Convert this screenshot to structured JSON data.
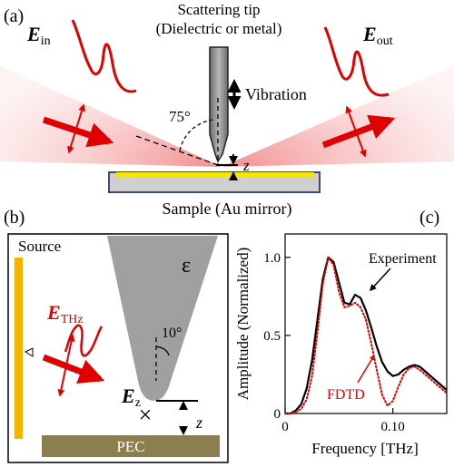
{
  "panel_a": {
    "label": "(a)",
    "tip_title_line1": "Scattering tip",
    "tip_title_line2": "(Dielectric or metal)",
    "ein_main": "E",
    "ein_sub": "in",
    "eout_main": "E",
    "eout_sub": "out",
    "vibration": "Vibration",
    "angle": "75°",
    "z": "z",
    "sample": "Sample (Au mirror)"
  },
  "panel_b": {
    "label": "(b)",
    "source": "Source",
    "ethz_main": "E",
    "ethz_sub": "THz",
    "epsilon": "ε",
    "angle": "10°",
    "ez_main": "E",
    "ez_sub": "z",
    "z": "z",
    "pec": "PEC"
  },
  "panel_c": {
    "label": "(c)",
    "ylabel": "Amplitude (Normalized)",
    "xlabel": "Frequency [THz]",
    "annotation_experiment": "Experiment",
    "annotation_fdtd": "FDTD",
    "colors": {
      "experiment": "#000000",
      "fdtd": "#e00000"
    }
  },
  "chart_data": {
    "type": "line",
    "title": "",
    "xlabel": "Frequency [THz]",
    "ylabel": "Amplitude (Normalized)",
    "xlim": [
      0,
      0.15
    ],
    "ylim": [
      0,
      1.15
    ],
    "xticks": [
      0,
      0.1
    ],
    "xtick_labels": [
      "0",
      "0.10"
    ],
    "yticks": [
      0,
      0.5,
      1.0
    ],
    "ytick_labels": [
      "0",
      "0.5",
      "1.0"
    ],
    "series": [
      {
        "name": "Experiment",
        "style": "solid",
        "x": [
          0.0,
          0.005,
          0.01,
          0.015,
          0.02,
          0.025,
          0.03,
          0.035,
          0.04,
          0.045,
          0.05,
          0.055,
          0.06,
          0.065,
          0.07,
          0.075,
          0.08,
          0.085,
          0.09,
          0.095,
          0.1,
          0.105,
          0.11,
          0.115,
          0.12,
          0.125,
          0.13,
          0.135,
          0.14,
          0.145,
          0.15
        ],
        "values": [
          0.0,
          0.0,
          0.02,
          0.06,
          0.16,
          0.34,
          0.6,
          0.86,
          1.0,
          0.97,
          0.84,
          0.71,
          0.7,
          0.76,
          0.74,
          0.66,
          0.55,
          0.43,
          0.33,
          0.27,
          0.24,
          0.25,
          0.28,
          0.3,
          0.31,
          0.3,
          0.27,
          0.24,
          0.21,
          0.18,
          0.15
        ]
      },
      {
        "name": "FDTD",
        "style": "dotted",
        "x": [
          0.0,
          0.005,
          0.01,
          0.015,
          0.02,
          0.025,
          0.03,
          0.035,
          0.04,
          0.045,
          0.05,
          0.055,
          0.06,
          0.065,
          0.07,
          0.075,
          0.08,
          0.085,
          0.09,
          0.095,
          0.1,
          0.105,
          0.11,
          0.115,
          0.12,
          0.125,
          0.13,
          0.135,
          0.14,
          0.145,
          0.15
        ],
        "values": [
          0.0,
          0.0,
          0.01,
          0.03,
          0.09,
          0.24,
          0.52,
          0.83,
          1.0,
          0.95,
          0.78,
          0.68,
          0.69,
          0.71,
          0.68,
          0.6,
          0.45,
          0.28,
          0.12,
          0.05,
          0.08,
          0.17,
          0.25,
          0.29,
          0.3,
          0.28,
          0.25,
          0.22,
          0.19,
          0.16,
          0.13
        ]
      }
    ]
  }
}
